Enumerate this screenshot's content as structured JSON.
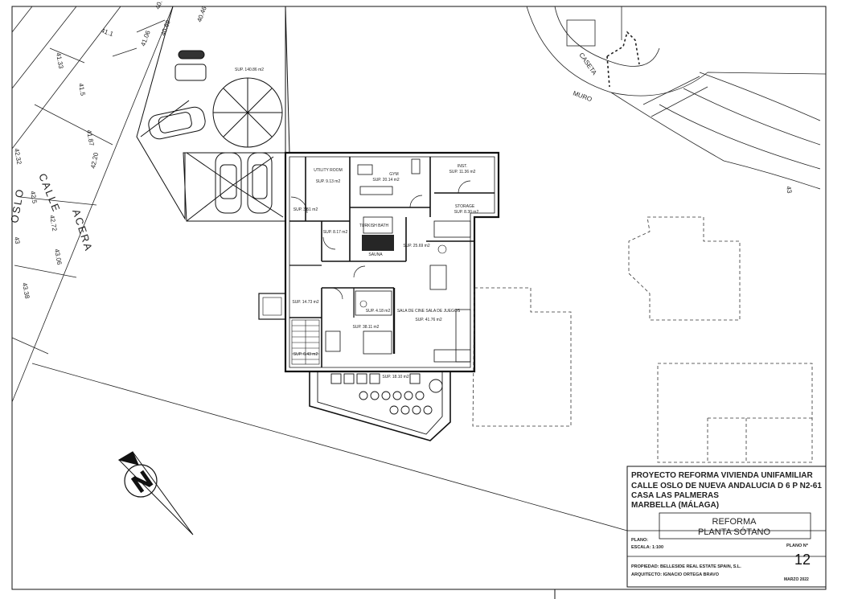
{
  "site": {
    "street_labels": [
      "CALLE",
      "OSLO",
      "ACERA"
    ],
    "lot_labels": [
      "41.33",
      "41.5",
      "41.87",
      "42.20",
      "42.5",
      "42.32",
      "42.72",
      "43",
      "43.06",
      "43.38",
      "41.1",
      "41.06",
      "40.69",
      "40.70",
      "40.46"
    ],
    "other_labels": [
      "CASETA",
      "MURO",
      "43"
    ],
    "garage_area": "SUP. 140.86 m2"
  },
  "rooms": [
    {
      "name": "UTILITY ROOM",
      "area": "SUP. 9.13 m2"
    },
    {
      "name": "GYM",
      "area": "SUP. 20.14 m2"
    },
    {
      "name": "INST.",
      "area": "SUP. 11.36 m2"
    },
    {
      "name": "STORAGE",
      "area": "SUP. 8.30 m2"
    },
    {
      "name": "TURKISH BATH",
      "area": ""
    },
    {
      "name": "SAUNA",
      "area": ""
    },
    {
      "name": "",
      "area": "SUP. 3.51 m2"
    },
    {
      "name": "",
      "area": "SUP. 8.17 m2"
    },
    {
      "name": "",
      "area": "SUP. 25.69 m2"
    },
    {
      "name": "",
      "area": "SUP. 14.73 m2"
    },
    {
      "name": "",
      "area": "SUP. 4.18 m2"
    },
    {
      "name": "",
      "area": "SUP. 38.11 m2"
    },
    {
      "name": "SALA DE CINE SALA DE JUEGOS",
      "area": "SUP. 41.76 m2"
    },
    {
      "name": "",
      "area": "SUP. 6.43 m2"
    },
    {
      "name": "",
      "area": "SUP. 18.10 m2"
    }
  ],
  "title_block": {
    "project_lines": [
      "PROYECTO REFORMA VIVIENDA UNIFAMILIAR",
      "CALLE OSLO DE NUEVA ANDALUCIA D 6 P N2-61",
      "CASA LAS PALMERAS",
      "MARBELLA (MÁLAGA)"
    ],
    "sheet_title_1": "REFORMA",
    "sheet_title_2": "PLANTA SÓTANO",
    "plano_label": "PLANO:",
    "escala_label": "ESCALA: 1:100",
    "plano_no_label": "PLANO Nº",
    "plano_no": "12",
    "propiedad": "PROPIEDAD: BELLESIDE REAL ESTATE SPAIN, S.L.",
    "arquitecto": "ARQUITECTO: IGNACIO ORTEGA BRAVO",
    "date": "MARZO 2022"
  },
  "north_letter": "N"
}
